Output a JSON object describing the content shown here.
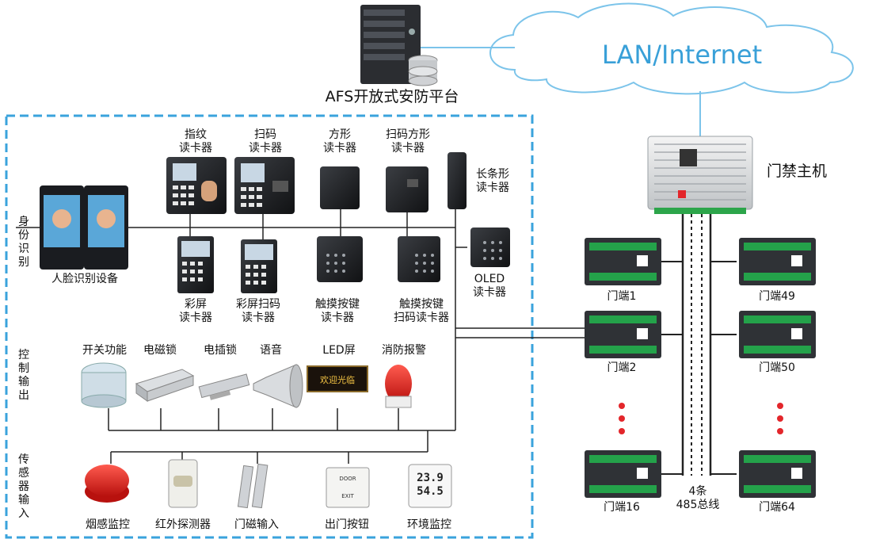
{
  "platform": "AFS开放式安防平台",
  "network": "LAN/Internet",
  "controller": "门禁主机",
  "bus_label": "4条\n485总线",
  "sections": {
    "identity": "身份识别",
    "control": "控制输出",
    "sensor": "传感器输入"
  },
  "readers": {
    "fingerprint": "指纹\n读卡器",
    "scan": "扫码\n读卡器",
    "square": "方形\n读卡器",
    "scan_square": "扫码方形\n读卡器",
    "long": "长条形\n读卡器",
    "face": "人脸识别设备",
    "color": "彩屏\n读卡器",
    "color_scan": "彩屏扫码\n读卡器",
    "touch": "触摸按键\n读卡器",
    "touch_scan": "触摸按键\n扫码读卡器",
    "oled": "OLED\n读卡器"
  },
  "outputs": [
    "开关功能",
    "电磁锁",
    "电插锁",
    "语音",
    "LED屏",
    "消防报警"
  ],
  "sensors": [
    "烟感监控",
    "红外探测器",
    "门磁输入",
    "出门按钮",
    "环境监控"
  ],
  "led_text": "欢迎光临",
  "env_display": [
    "23.9",
    "54.5"
  ],
  "door_button_text": [
    "DOOR",
    "EXIT"
  ],
  "doors_left": [
    "门端1",
    "门端2",
    "门端16"
  ],
  "doors_right": [
    "门端49",
    "门端50",
    "门端64"
  ],
  "colors": {
    "dash_border": "#3aa3dc",
    "cloud_text": "#39a0d8",
    "line": "#222222",
    "dots": "#e3262b"
  }
}
